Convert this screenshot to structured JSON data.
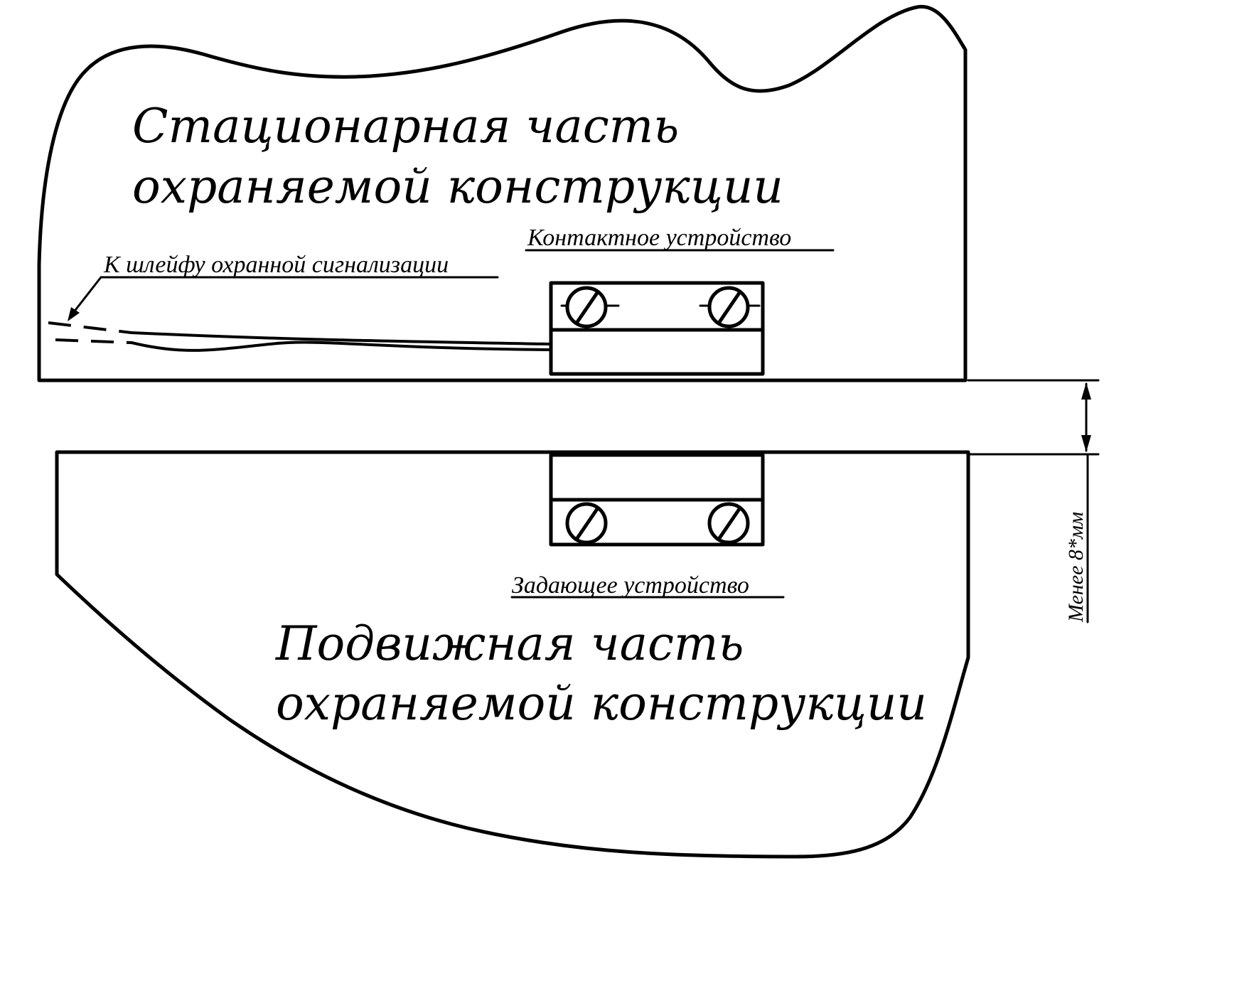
{
  "labels": {
    "stationary_line1": "Стационарная часть",
    "stationary_line2": "охраняемой конструкции",
    "movable_line1": "Подвижная часть",
    "movable_line2": "охраняемой конструкции",
    "contact_device": "Контактное устройство",
    "alarm_loop": "К шлейфу охранной сигнализации",
    "driving_device": "Задающее устройство",
    "gap_dimension": "Менее 8*мм"
  }
}
